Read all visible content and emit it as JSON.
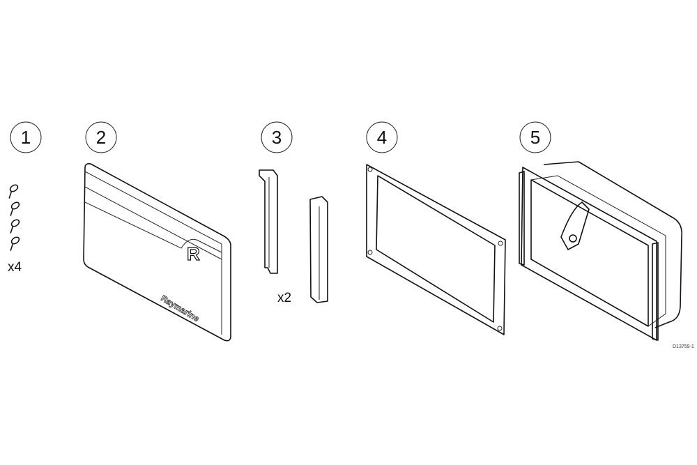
{
  "callouts": [
    "1",
    "2",
    "3",
    "4",
    "5"
  ],
  "quantities": {
    "screws": "x4",
    "clips": "x2"
  },
  "cover_brand": "Raymarine",
  "cover_logo": "R",
  "drawing_ref": "D13759-1",
  "colors": {
    "line": "#111111",
    "fill": "#f7f7f7",
    "background": "#ffffff"
  }
}
